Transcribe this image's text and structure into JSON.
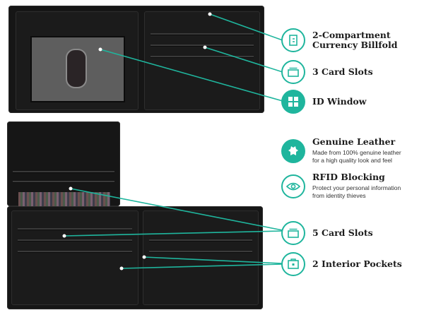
{
  "features": [
    {
      "icon": "billfold-icon",
      "title_line1": "2-Compartment",
      "title_line2": "Currency Billfold"
    },
    {
      "icon": "card-stack-icon",
      "title": "3 Card Slots"
    },
    {
      "icon": "id-window-icon",
      "title": "ID Window"
    },
    {
      "icon": "leather-hide-icon",
      "title": "Genuine Leather",
      "desc_line1": "Made from 100% genuine leather",
      "desc_line2": "for a high quality look and feel"
    },
    {
      "icon": "eye-icon",
      "title": "RFID Blocking",
      "desc_line1": "Protect your personal information",
      "desc_line2": "from identity thieves"
    },
    {
      "icon": "card-stack-icon",
      "title": "5 Card Slots"
    },
    {
      "icon": "pocket-icon",
      "title": "2 Interior Pockets"
    }
  ],
  "colors": {
    "accent": "#1fb59d",
    "leather": "#161616",
    "text": "#1c1c1c"
  }
}
